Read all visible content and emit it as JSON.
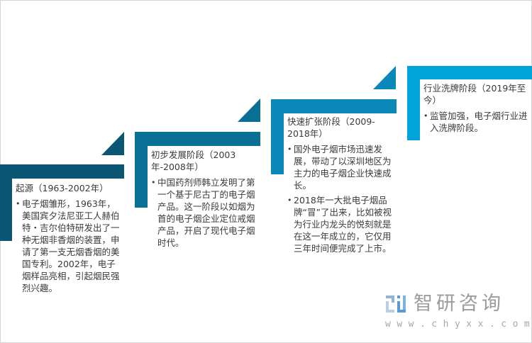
{
  "diagram": {
    "type": "staircase-timeline",
    "colors": {
      "stage1": "#0b5674",
      "stage2": "#0a6f95",
      "stage3": "#0a88b8",
      "stage4": "#00a4d9"
    },
    "stages": [
      {
        "title": "起源（1963-2002年）",
        "bullets": [
          "电子烟雏形，1963年，美国宾夕法尼亚工人赫伯特・吉尔伯特研发出了一种无烟非香烟的装置，申请了第一支无烟香烟的美国专利。2002年，电子烟样品亮相，引起烟民强烈兴趣。"
        ]
      },
      {
        "title": "初步发展阶段（2003年-2008年）",
        "bullets": [
          "中国药剂师韩立发明了第一个基于尼古丁的电子烟产品。这一阶段以如烟为首的电子烟企业定位戒烟产品，开启了现代电子烟时代。"
        ]
      },
      {
        "title": "快速扩张阶段（2009-2018年）",
        "bullets": [
          "国外电子烟市场迅速发展，带动了以深圳地区为主力的电子烟企业快速成长。",
          "2018年一大批电子烟品牌“冒”了出来，比如被视为行业内龙头的悦刻就是在这一年成立的，它仅用三年时间便完成了上市。"
        ]
      },
      {
        "title": "行业洗牌阶段（2019年至今）",
        "bullets": [
          "监管加强，电子烟行业进入洗牌阶段。"
        ]
      }
    ]
  },
  "watermark": {
    "brand": "智研咨询",
    "url": "www.chyxx.com",
    "logo_color": "#5b9bd5",
    "text_color": "#9c9c9c"
  }
}
